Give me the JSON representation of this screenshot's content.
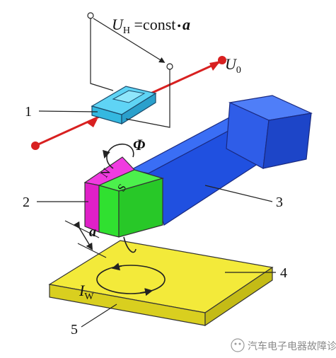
{
  "formula": {
    "U": "U",
    "H": "H",
    "rhs": " =const",
    "dot": "•",
    "a": "a"
  },
  "output": {
    "U": "U",
    "sub": "0"
  },
  "flux": "Φ",
  "poles": {
    "north": "N",
    "south": "S"
  },
  "gap": "a",
  "eddy": {
    "I": "I",
    "sub": "W"
  },
  "callouts": [
    "1",
    "2",
    "3",
    "4",
    "5"
  ],
  "watermark": "汽车电子电器故障诊断",
  "colors": {
    "hall": "#3fc0e8",
    "magnet_n": "#e020c8",
    "magnet_s": "#30e030",
    "yoke": "#2050e0",
    "plate": "#f0e828",
    "arrow": "#d82020"
  }
}
